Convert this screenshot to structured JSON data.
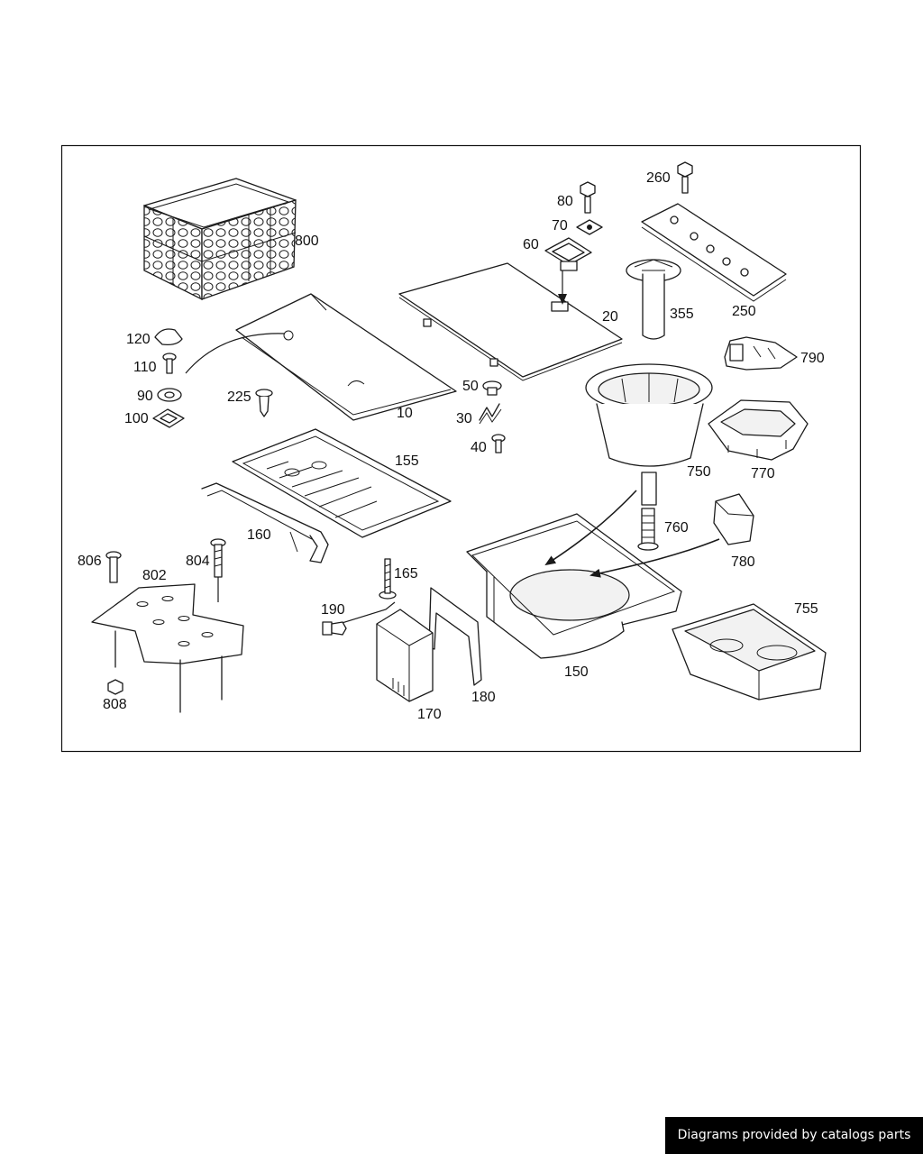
{
  "diagram": {
    "callouts": {
      "c800": "800",
      "c80": "80",
      "c70": "70",
      "c60": "60",
      "c20": "20",
      "c260": "260",
      "c355": "355",
      "c250": "250",
      "c790": "790",
      "c120": "120",
      "c110": "110",
      "c90": "90",
      "c100": "100",
      "c225": "225",
      "c10": "10",
      "c50": "50",
      "c30": "30",
      "c40": "40",
      "c750": "750",
      "c770": "770",
      "c155": "155",
      "c160": "160",
      "c760": "760",
      "c780": "780",
      "c806": "806",
      "c802": "802",
      "c804": "804",
      "c165": "165",
      "c190": "190",
      "c755": "755",
      "c150": "150",
      "c180": "180",
      "c170": "170",
      "c808": "808"
    }
  },
  "watermark": {
    "text": "Diagrams provided by catalogs parts"
  }
}
